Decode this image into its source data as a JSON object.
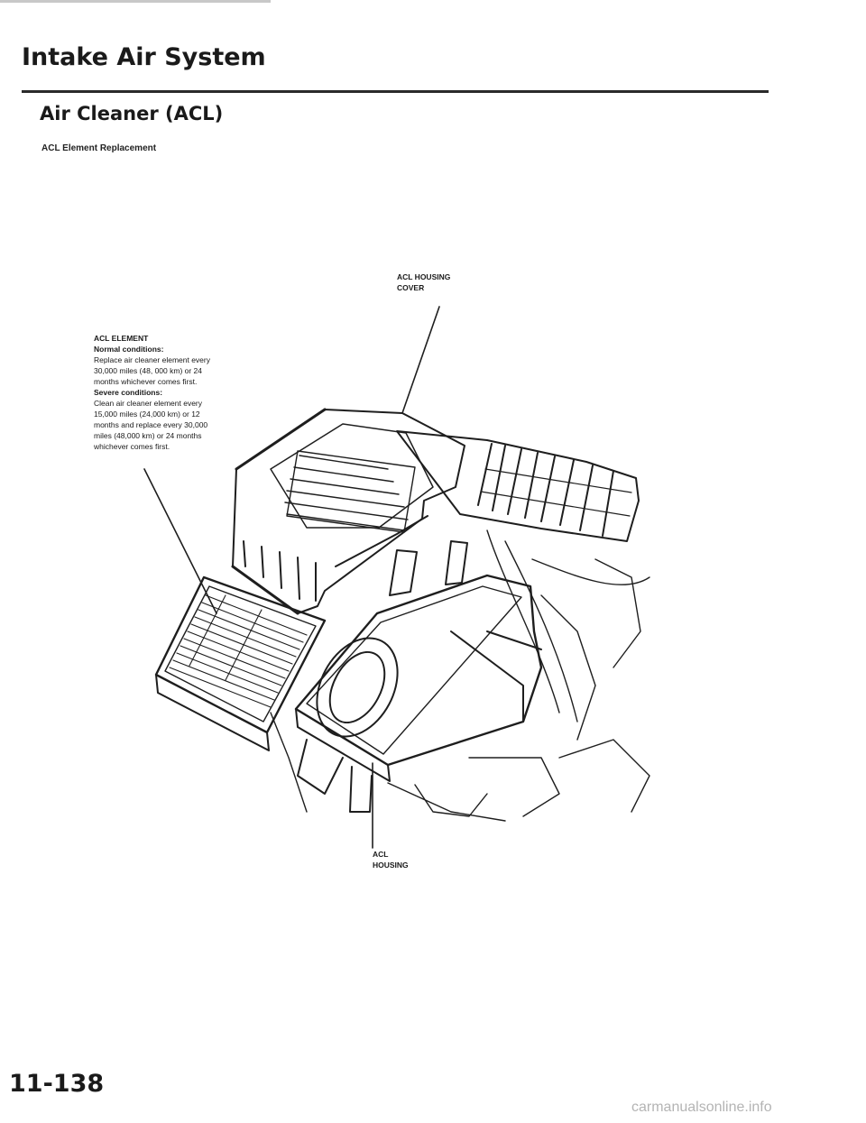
{
  "header": {
    "section_title": "Intake Air System",
    "sub_title": "Air Cleaner (ACL)",
    "procedure_heading": "ACL Element Replacement"
  },
  "figure": {
    "callout_cover": [
      "ACL HOUSING",
      "COVER"
    ],
    "callout_housing": [
      "ACL",
      "HOUSING"
    ],
    "element_note": {
      "title": "ACL ELEMENT",
      "normal_heading": "Normal conditions:",
      "normal_text": [
        "Replace air cleaner element every",
        "30,000 miles (48, 000 km) or 24",
        "months whichever comes first."
      ],
      "severe_heading": "Severe conditions:",
      "severe_text": [
        "Clean air cleaner element every",
        "15,000 miles (24,000 km) or 12",
        "months and replace every 30,000",
        "miles (48,000 km) or 24 months",
        "whichever comes first."
      ]
    }
  },
  "footer": {
    "page_number": "11-138",
    "watermark": "carmanualsonline.info"
  }
}
